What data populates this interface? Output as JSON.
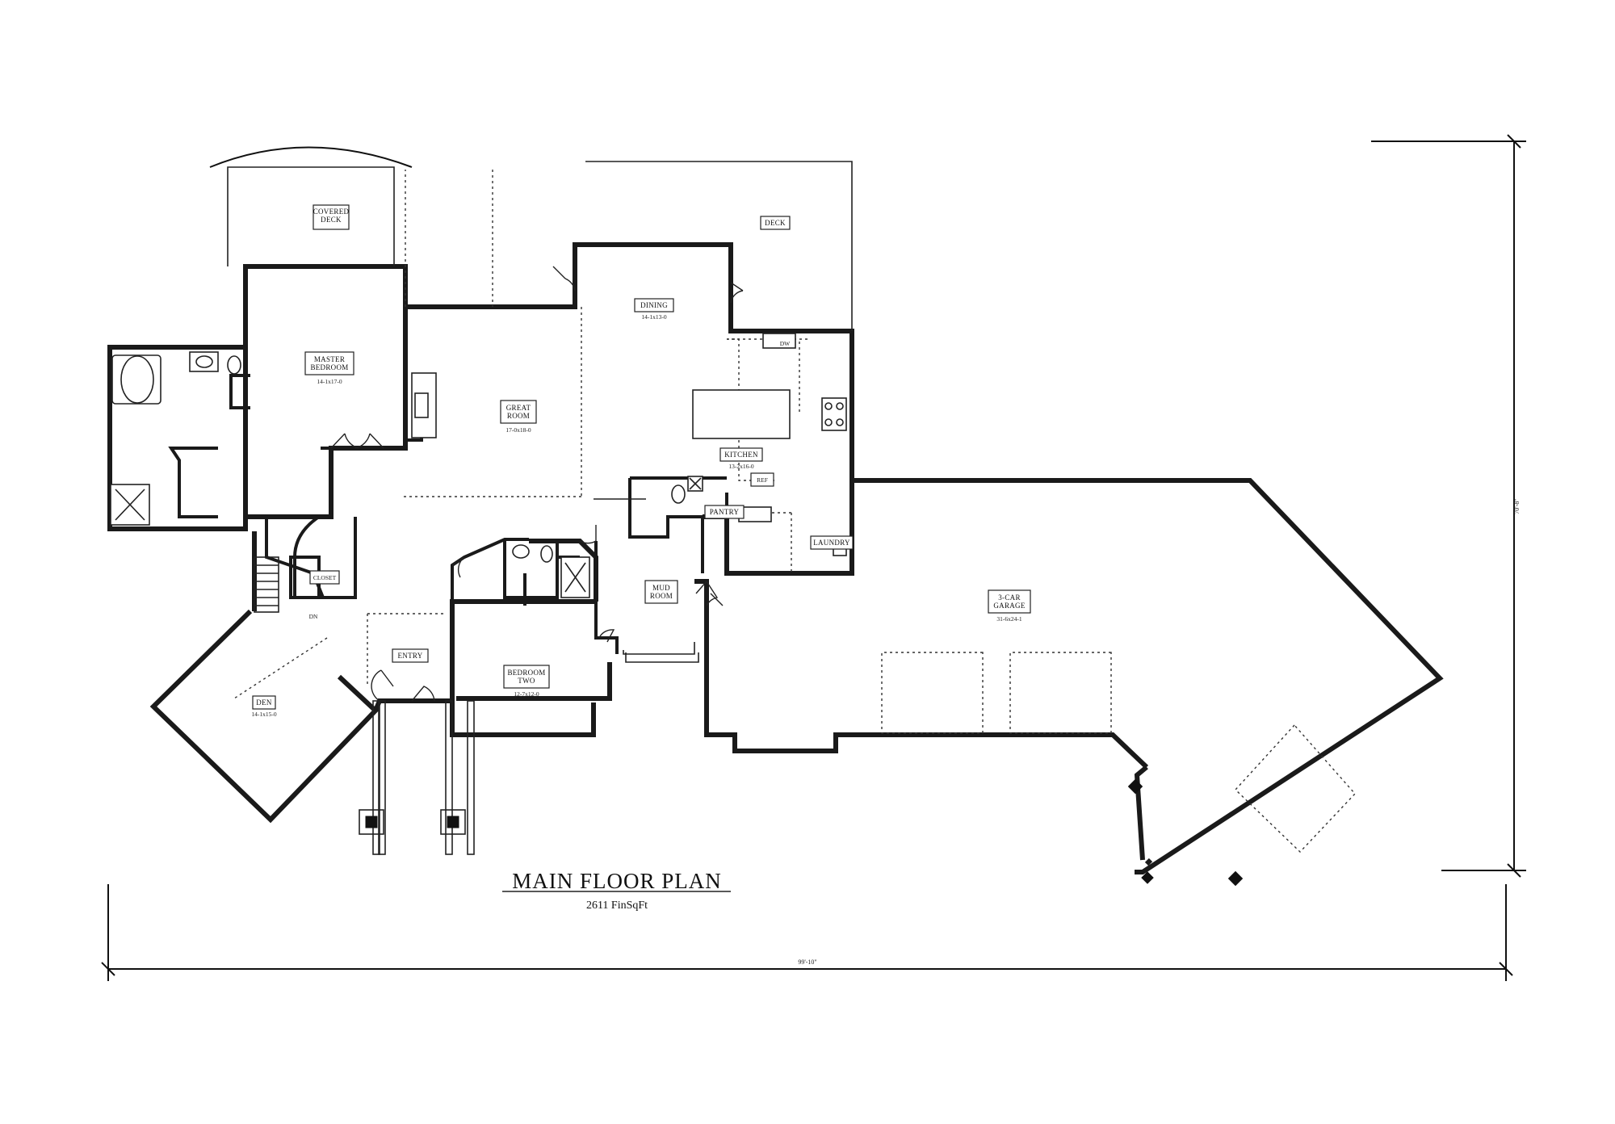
{
  "title": "MAIN FLOOR PLAN",
  "subtitle": "2611 FinSqFt",
  "dimensions": {
    "overall_width": "99'-10\"",
    "overall_depth": "70'-8\""
  },
  "rooms": {
    "covered_deck": {
      "name": "COVERED DECK"
    },
    "deck": {
      "name": "DECK"
    },
    "dining": {
      "name": "DINING",
      "size": "14-1x13-0"
    },
    "master_bedroom": {
      "name": "MASTER BEDROOM",
      "size": "14-1x17-0"
    },
    "great_room": {
      "name": "GREAT ROOM",
      "size": "17-0x18-0"
    },
    "kitchen": {
      "name": "KITCHEN",
      "size": "13-2x16-0"
    },
    "pantry": {
      "name": "PANTRY"
    },
    "laundry": {
      "name": "LAUNDRY"
    },
    "mud_room": {
      "name": "MUD ROOM"
    },
    "garage": {
      "name": "3-CAR GARAGE",
      "size": "31-6x24-1"
    },
    "entry": {
      "name": "ENTRY"
    },
    "bedroom_two": {
      "name": "BEDROOM TWO",
      "size": "12-7x12-0"
    },
    "den": {
      "name": "DEN",
      "size": "14-1x15-0"
    },
    "closet": {
      "name": "CLOSET"
    }
  },
  "labels": {
    "ref": "REF",
    "dw": "DW",
    "dn": "DN"
  },
  "mirrored": true
}
